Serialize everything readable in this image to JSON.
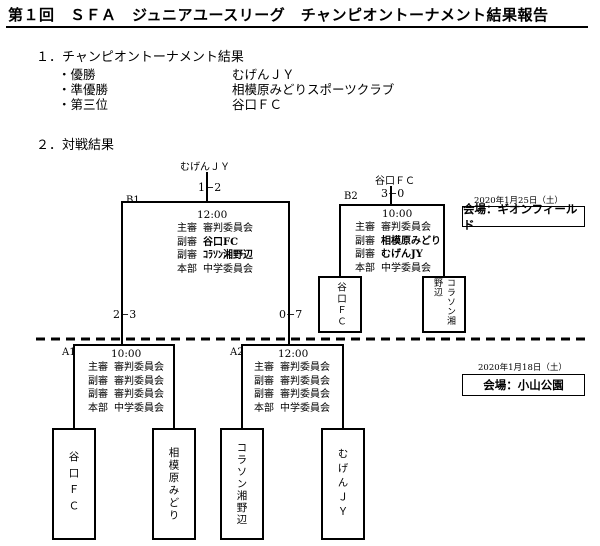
{
  "title": "第１回　ＳＦＡ　ジュニアユースリーグ　チャンピオントーナメント結果報告",
  "section1": {
    "heading": "１．チャンピオントーナメント結果",
    "results": [
      {
        "label": "・優勝",
        "value": "むげんＪＹ"
      },
      {
        "label": "・準優勝",
        "value": "相模原みどりスポーツクラブ"
      },
      {
        "label": "・第三位",
        "value": "谷口ＦＣ"
      }
    ]
  },
  "section2": {
    "heading": "２．対戦結果"
  },
  "final": {
    "code": "B1",
    "winner": "むげんＪＹ",
    "score": "1−2",
    "time": "12:00",
    "refs": [
      {
        "role": "主審",
        "name": "審判委員会",
        "bold": false
      },
      {
        "role": "副審",
        "name": "谷口FC",
        "bold": true
      },
      {
        "role": "副審",
        "name": "ｺﾗｿﾝ湘野辺",
        "bold": true
      },
      {
        "role": "本部",
        "name": "中学委員会",
        "bold": false
      }
    ],
    "left_score": "2−3",
    "right_score": "0−7"
  },
  "third": {
    "code": "B2",
    "winner": "谷口ＦＣ",
    "score": "3−0",
    "time": "10:00",
    "refs": [
      {
        "role": "主審",
        "name": "審判委員会",
        "bold": false
      },
      {
        "role": "副審",
        "name": "相模原みどり",
        "bold": true
      },
      {
        "role": "副審",
        "name": "むげんJY",
        "bold": true
      },
      {
        "role": "本部",
        "name": "中学委員会",
        "bold": false
      }
    ],
    "team_left": "谷口ＦＣ",
    "team_right": "コラソン湘野辺"
  },
  "venue_b": {
    "date": "2020年1月25日（土）",
    "name": "会場：ギオンフィールド"
  },
  "a1": {
    "code": "A1",
    "time": "10:00",
    "refs": [
      {
        "role": "主審",
        "name": "審判委員会"
      },
      {
        "role": "副審",
        "name": "審判委員会"
      },
      {
        "role": "副審",
        "name": "審判委員会"
      },
      {
        "role": "本部",
        "name": "中学委員会"
      }
    ],
    "team_left": "谷口ＦＣ",
    "team_right": "相模原みどり"
  },
  "a2": {
    "code": "A2",
    "time": "12:00",
    "refs": [
      {
        "role": "主審",
        "name": "審判委員会"
      },
      {
        "role": "副審",
        "name": "審判委員会"
      },
      {
        "role": "副審",
        "name": "審判委員会"
      },
      {
        "role": "本部",
        "name": "中学委員会"
      }
    ],
    "team_left": "コラソン湘野辺",
    "team_right": "むげんＪＹ"
  },
  "venue_a": {
    "date": "2020年1月18日（土）",
    "name": "会場：小山公園"
  }
}
